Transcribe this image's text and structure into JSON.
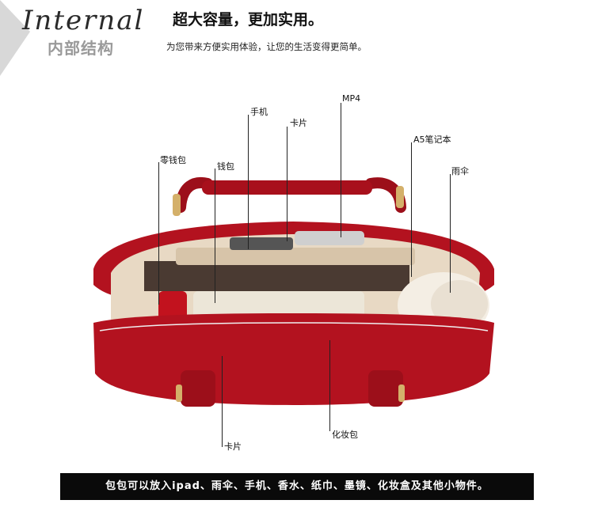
{
  "header": {
    "title_en": "Internal",
    "title_cn": "超大容量，更加实用。",
    "subtitle_cn": "内部结构",
    "description": "为您带来方便实用体验，让您的生活变得更简单。"
  },
  "labels": {
    "phone": "手机",
    "card_top": "卡片",
    "mp4": "MP4",
    "a5_notebook": "A5笔记本",
    "coin_purse": "零钱包",
    "wallet": "钱包",
    "umbrella": "雨伞",
    "card_bottom": "卡片",
    "cosmetic_bag": "化妆包"
  },
  "footer": {
    "text": "包包可以放入ipad、雨伞、手机、香水、纸巾、墨镜、化妆盒及其他小物件。"
  },
  "colors": {
    "bag_red": "#b3121f",
    "lining": "#e8d9c4",
    "accent_gray": "#d8d8d8"
  }
}
